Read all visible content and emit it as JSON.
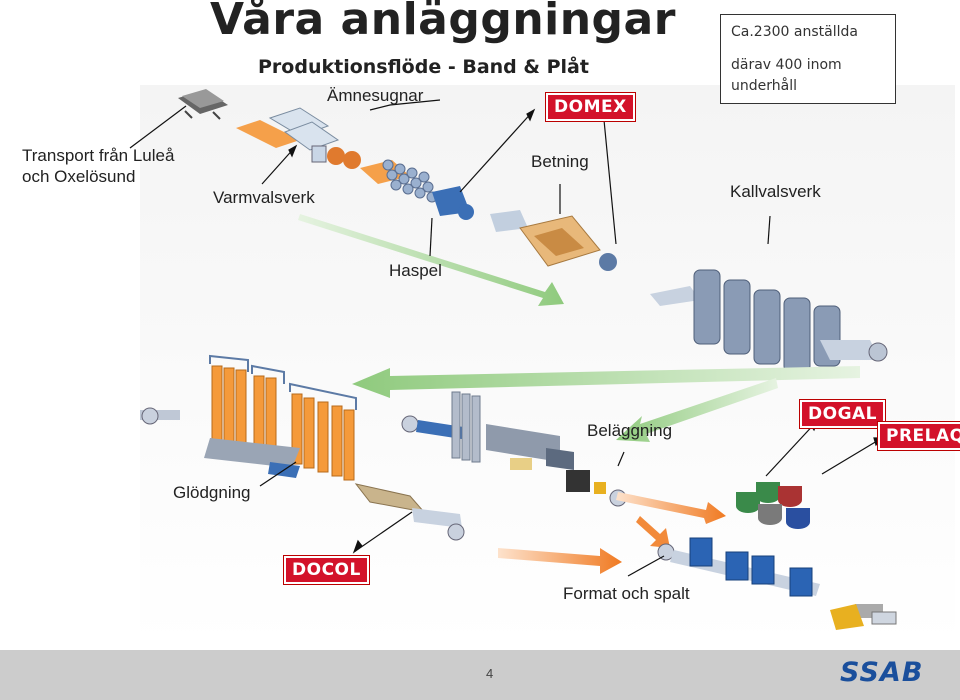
{
  "title": "Våra anläggningar",
  "subtitle": "Produktionsflöde - Band & Plåt",
  "info_box": {
    "line1": "Ca.2300 anställda",
    "line2": "därav 400 inom",
    "line3": "underhåll"
  },
  "labels": {
    "amnesugnar": "Ämnesugnar",
    "transport_line1": "Transport från Luleå",
    "transport_line2": "och Oxelösund",
    "varmvalsverk": "Varmvalsverk",
    "betning": "Betning",
    "kallvalsverk": "Kallvalsverk",
    "haspel": "Haspel",
    "belaggning": "Beläggning",
    "glodgning": "Glödgning",
    "format_och_spalt": "Format och spalt"
  },
  "brands": {
    "domex": "DOMEX",
    "dogal": "DOGAL",
    "prelaq": "PRELAQ",
    "docol": "DOCOL"
  },
  "footer": {
    "page_number": "4",
    "logo": "SSAB"
  },
  "colors": {
    "brand_red": "#d3122a",
    "ssab_blue": "#1a4f9c",
    "arrow_green": "#9ccf8c",
    "arrow_orange": "#f28a3a",
    "footer_gray": "#cccccc"
  }
}
